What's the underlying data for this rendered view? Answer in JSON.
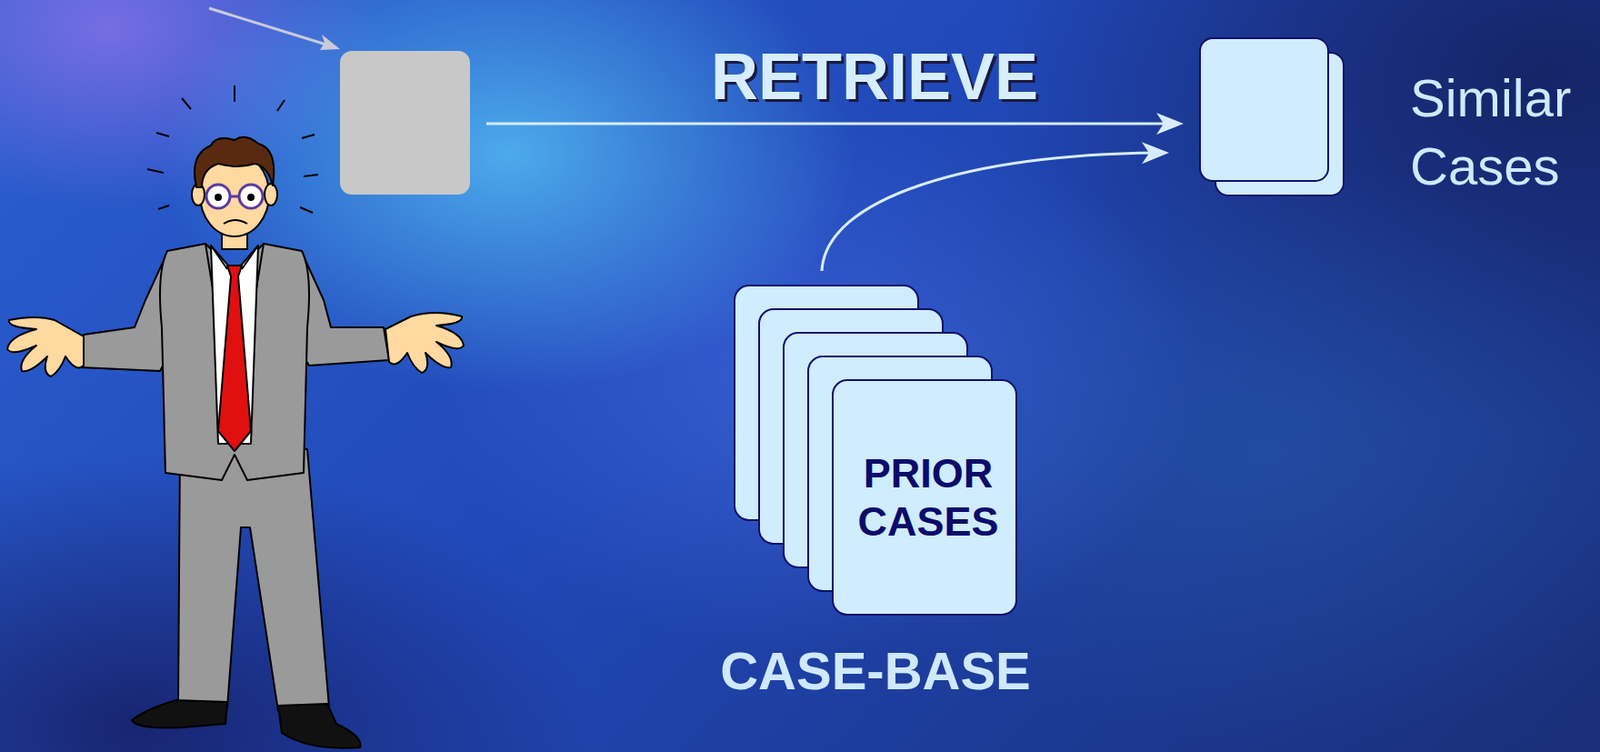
{
  "diagram": {
    "nodes": [
      {
        "text": [
          "Similar Cases"
        ]
      },
      {
        "text": [
          "PRIOR CASES",
          "CASE-BASE"
        ]
      }
    ],
    "edges": [
      {
        "from": 1,
        "to": 0,
        "arrow": "to"
      }
    ],
    "labels": [
      "RETRIEVE"
    ]
  }
}
